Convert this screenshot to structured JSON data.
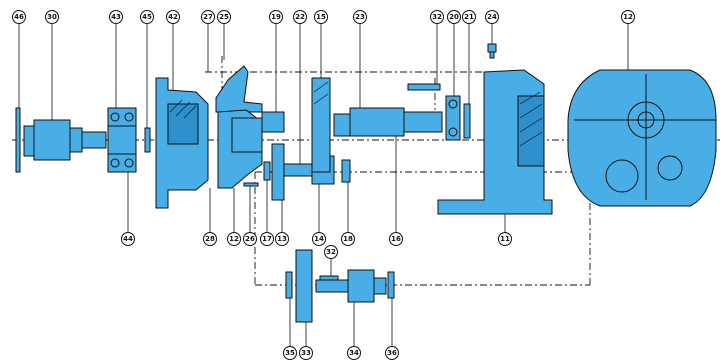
{
  "diagram": {
    "labels": [
      {
        "id": "c46",
        "text": "46"
      },
      {
        "id": "c30",
        "text": "30"
      },
      {
        "id": "c43",
        "text": "43"
      },
      {
        "id": "c45",
        "text": "45"
      },
      {
        "id": "c42",
        "text": "42"
      },
      {
        "id": "c27",
        "text": "27"
      },
      {
        "id": "c25",
        "text": "25"
      },
      {
        "id": "c19",
        "text": "19"
      },
      {
        "id": "c22",
        "text": "22"
      },
      {
        "id": "c15",
        "text": "15"
      },
      {
        "id": "c23",
        "text": "23"
      },
      {
        "id": "c32a",
        "text": "32"
      },
      {
        "id": "c20",
        "text": "20"
      },
      {
        "id": "c21",
        "text": "21"
      },
      {
        "id": "c24",
        "text": "24"
      },
      {
        "id": "c12a",
        "text": "12"
      },
      {
        "id": "c44",
        "text": "44"
      },
      {
        "id": "c28",
        "text": "28"
      },
      {
        "id": "c12b",
        "text": "12"
      },
      {
        "id": "c26",
        "text": "26"
      },
      {
        "id": "c17",
        "text": "17"
      },
      {
        "id": "c13",
        "text": "13"
      },
      {
        "id": "c14",
        "text": "14"
      },
      {
        "id": "c18",
        "text": "18"
      },
      {
        "id": "c16",
        "text": "16"
      },
      {
        "id": "c11",
        "text": "11"
      },
      {
        "id": "c32b",
        "text": "32"
      },
      {
        "id": "c35",
        "text": "35"
      },
      {
        "id": "c33",
        "text": "33"
      },
      {
        "id": "c34",
        "text": "34"
      },
      {
        "id": "c36",
        "text": "36"
      }
    ]
  }
}
